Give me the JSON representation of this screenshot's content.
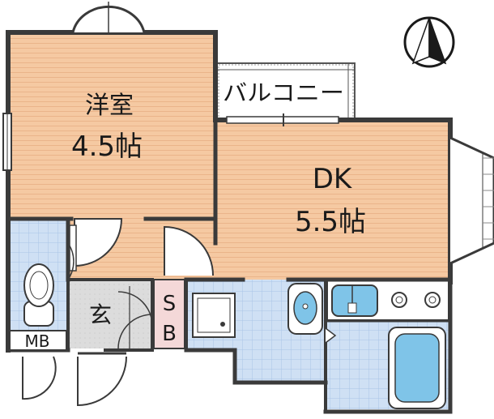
{
  "rooms": {
    "western_room": {
      "name": "洋室",
      "size": "4.5帖"
    },
    "dk": {
      "name": "DK",
      "size": "5.5帖"
    },
    "balcony": {
      "name": "バルコニー"
    },
    "entrance": {
      "name": "玄"
    },
    "shoe_box": {
      "line1": "S",
      "line2": "B"
    },
    "meter_box": {
      "name": "MB"
    }
  },
  "icons": {
    "north": "north-arrow-icon"
  },
  "colors": {
    "wood_floor": "#f5c9a2",
    "wood_line": "#eab48a",
    "tile_floor": "#cfe0f4",
    "tile_grid": "#a9c4e6",
    "entrance_floor": "#dcdcdc",
    "shoe_box": "#f4d8d8",
    "wall": "#3a3a3a",
    "fixture_blue": "#7fc4e8",
    "balcony_fill": "#eeeeee"
  }
}
